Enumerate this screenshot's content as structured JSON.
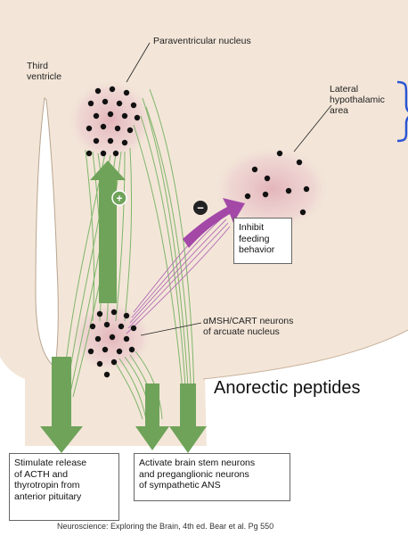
{
  "labels": {
    "paraventricular": "Paraventricular nucleus",
    "third_ventricle": "Third\nventricle",
    "lateral_hypothalamic": "Lateral\nhypothalamic\narea",
    "inhibit_feeding": "Inhibit\nfeeding\nbehavior",
    "arcuate": "αMSH/CART neurons\nof arcuate nucleus",
    "anorectic": "Anorectic peptides",
    "stimulate_box": "Stimulate release\nof ACTH and\nthyrotropin from\nanterior pituitary",
    "activate_box": "Activate brain stem neurons\nand preganglionic neurons\nof sympathetic ANS",
    "citation": "Neuroscience: Exploring the Brain, 4th ed. Bear et al. Pg 550",
    "plus_sign": "+",
    "minus_sign": "−"
  },
  "colors": {
    "tissue": "#f3e6d8",
    "nucleus_glow": "#e9c3c8",
    "green_arrow": "#6fa35a",
    "green_fiber": "#7fb56a",
    "purple_arrow": "#a448a8",
    "bracket": "#2b55d6"
  },
  "icons": [
    "plus-circle-icon",
    "minus-circle-icon"
  ]
}
